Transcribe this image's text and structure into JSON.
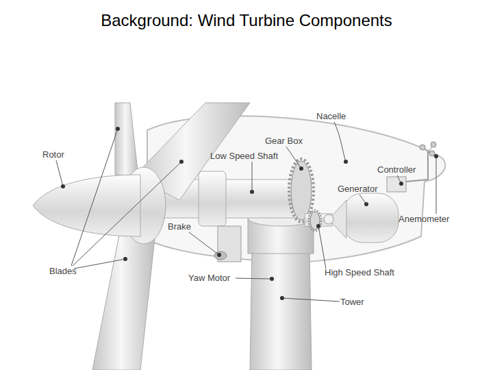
{
  "diagram": {
    "title": "Background: Wind Turbine Components",
    "labels": [
      "Rotor",
      "Blades",
      "Low Speed Shaft",
      "Gear Box",
      "Nacelle",
      "Controller",
      "Generator",
      "Anemometer",
      "Brake",
      "Yaw Motor",
      "High Speed Shaft",
      "Tower"
    ]
  }
}
